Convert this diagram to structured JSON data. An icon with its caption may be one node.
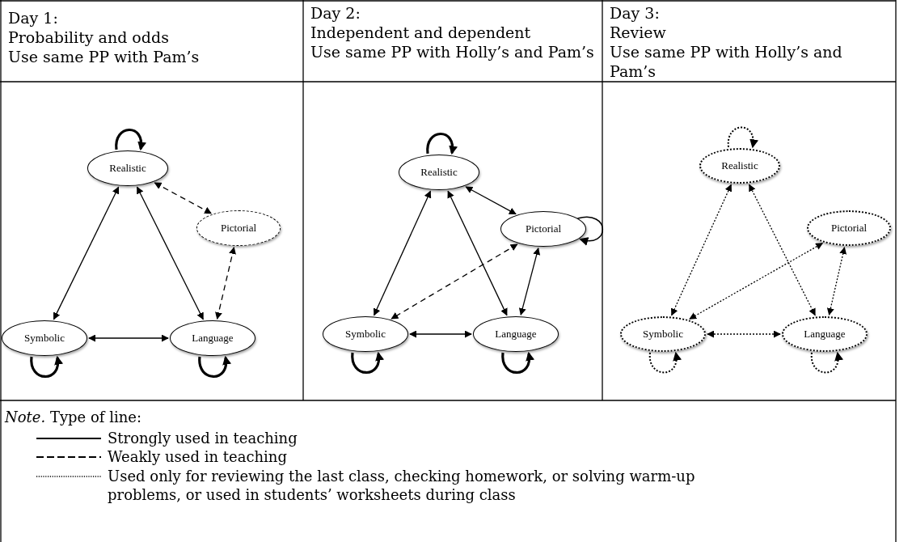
{
  "diagram": {
    "nodes": [
      {
        "text": [
          "Realistic"
        ]
      },
      {
        "text": [
          "Pictorial"
        ]
      },
      {
        "text": [
          "Symbolic"
        ]
      },
      {
        "text": [
          "Language"
        ]
      },
      {
        "text": [
          "Realistic"
        ]
      },
      {
        "text": [
          "Pictorial"
        ]
      },
      {
        "text": [
          "Symbolic"
        ]
      },
      {
        "text": [
          "Language"
        ]
      },
      {
        "text": [
          "Realistic"
        ]
      },
      {
        "text": [
          "Pictorial"
        ]
      },
      {
        "text": [
          "Symbolic"
        ]
      },
      {
        "text": [
          "Language"
        ]
      }
    ],
    "edges": [
      {
        "from": 0,
        "to": 0,
        "arrow": "to",
        "style": "thick"
      },
      {
        "from": 0,
        "to": 2,
        "arrow": "both"
      },
      {
        "from": 0,
        "to": 3,
        "arrow": "both"
      },
      {
        "from": 0,
        "to": 1,
        "arrow": "both",
        "style": "dashed"
      },
      {
        "from": 3,
        "to": 1,
        "arrow": "both",
        "style": "dashed"
      },
      {
        "from": 2,
        "to": 3,
        "arrow": "both"
      },
      {
        "from": 2,
        "to": 2,
        "arrow": "to",
        "style": "thick"
      },
      {
        "from": 3,
        "to": 3,
        "arrow": "to",
        "style": "thick"
      },
      {
        "from": 4,
        "to": 4,
        "arrow": "to",
        "style": "thick"
      },
      {
        "from": 5,
        "to": 5,
        "arrow": "to"
      },
      {
        "from": 4,
        "to": 6,
        "arrow": "both"
      },
      {
        "from": 4,
        "to": 7,
        "arrow": "both"
      },
      {
        "from": 4,
        "to": 5,
        "arrow": "both"
      },
      {
        "from": 5,
        "to": 6,
        "arrow": "both",
        "style": "dashed"
      },
      {
        "from": 7,
        "to": 5,
        "arrow": "both"
      },
      {
        "from": 6,
        "to": 7,
        "arrow": "both"
      },
      {
        "from": 6,
        "to": 6,
        "arrow": "to",
        "style": "thick"
      },
      {
        "from": 7,
        "to": 7,
        "arrow": "to",
        "style": "thick"
      },
      {
        "from": 8,
        "to": 8,
        "arrow": "to",
        "style": "dashed"
      },
      {
        "from": 8,
        "to": 10,
        "arrow": "both",
        "style": "dashed"
      },
      {
        "from": 8,
        "to": 11,
        "arrow": "both",
        "style": "dashed"
      },
      {
        "from": 9,
        "to": 10,
        "arrow": "both",
        "style": "dashed"
      },
      {
        "from": 11,
        "to": 9,
        "arrow": "both",
        "style": "dashed"
      },
      {
        "from": 10,
        "to": 11,
        "arrow": "both",
        "style": "dashed"
      },
      {
        "from": 10,
        "to": 10,
        "arrow": "to",
        "style": "dashed"
      },
      {
        "from": 11,
        "to": 11,
        "arrow": "to",
        "style": "dashed"
      }
    ],
    "labels": [
      "Day 1:",
      "Probability and odds",
      "Use same PP with Pam’s",
      "Day 2:",
      "Independent and dependent",
      "Use same PP with Holly’s and Pam’s",
      "Day 3:",
      "Review",
      "Use same PP with Holly’s and Pam’s",
      "*Note.* Type of line:"
    ],
    "legend": [
      {
        "text": "Strongly used in teaching"
      },
      {
        "text": "Weakly used in teaching"
      },
      {
        "text": "Used only for reviewing the last class, checking homework, or solving warm-up problems, or used in students’ worksheets during class"
      }
    ]
  }
}
